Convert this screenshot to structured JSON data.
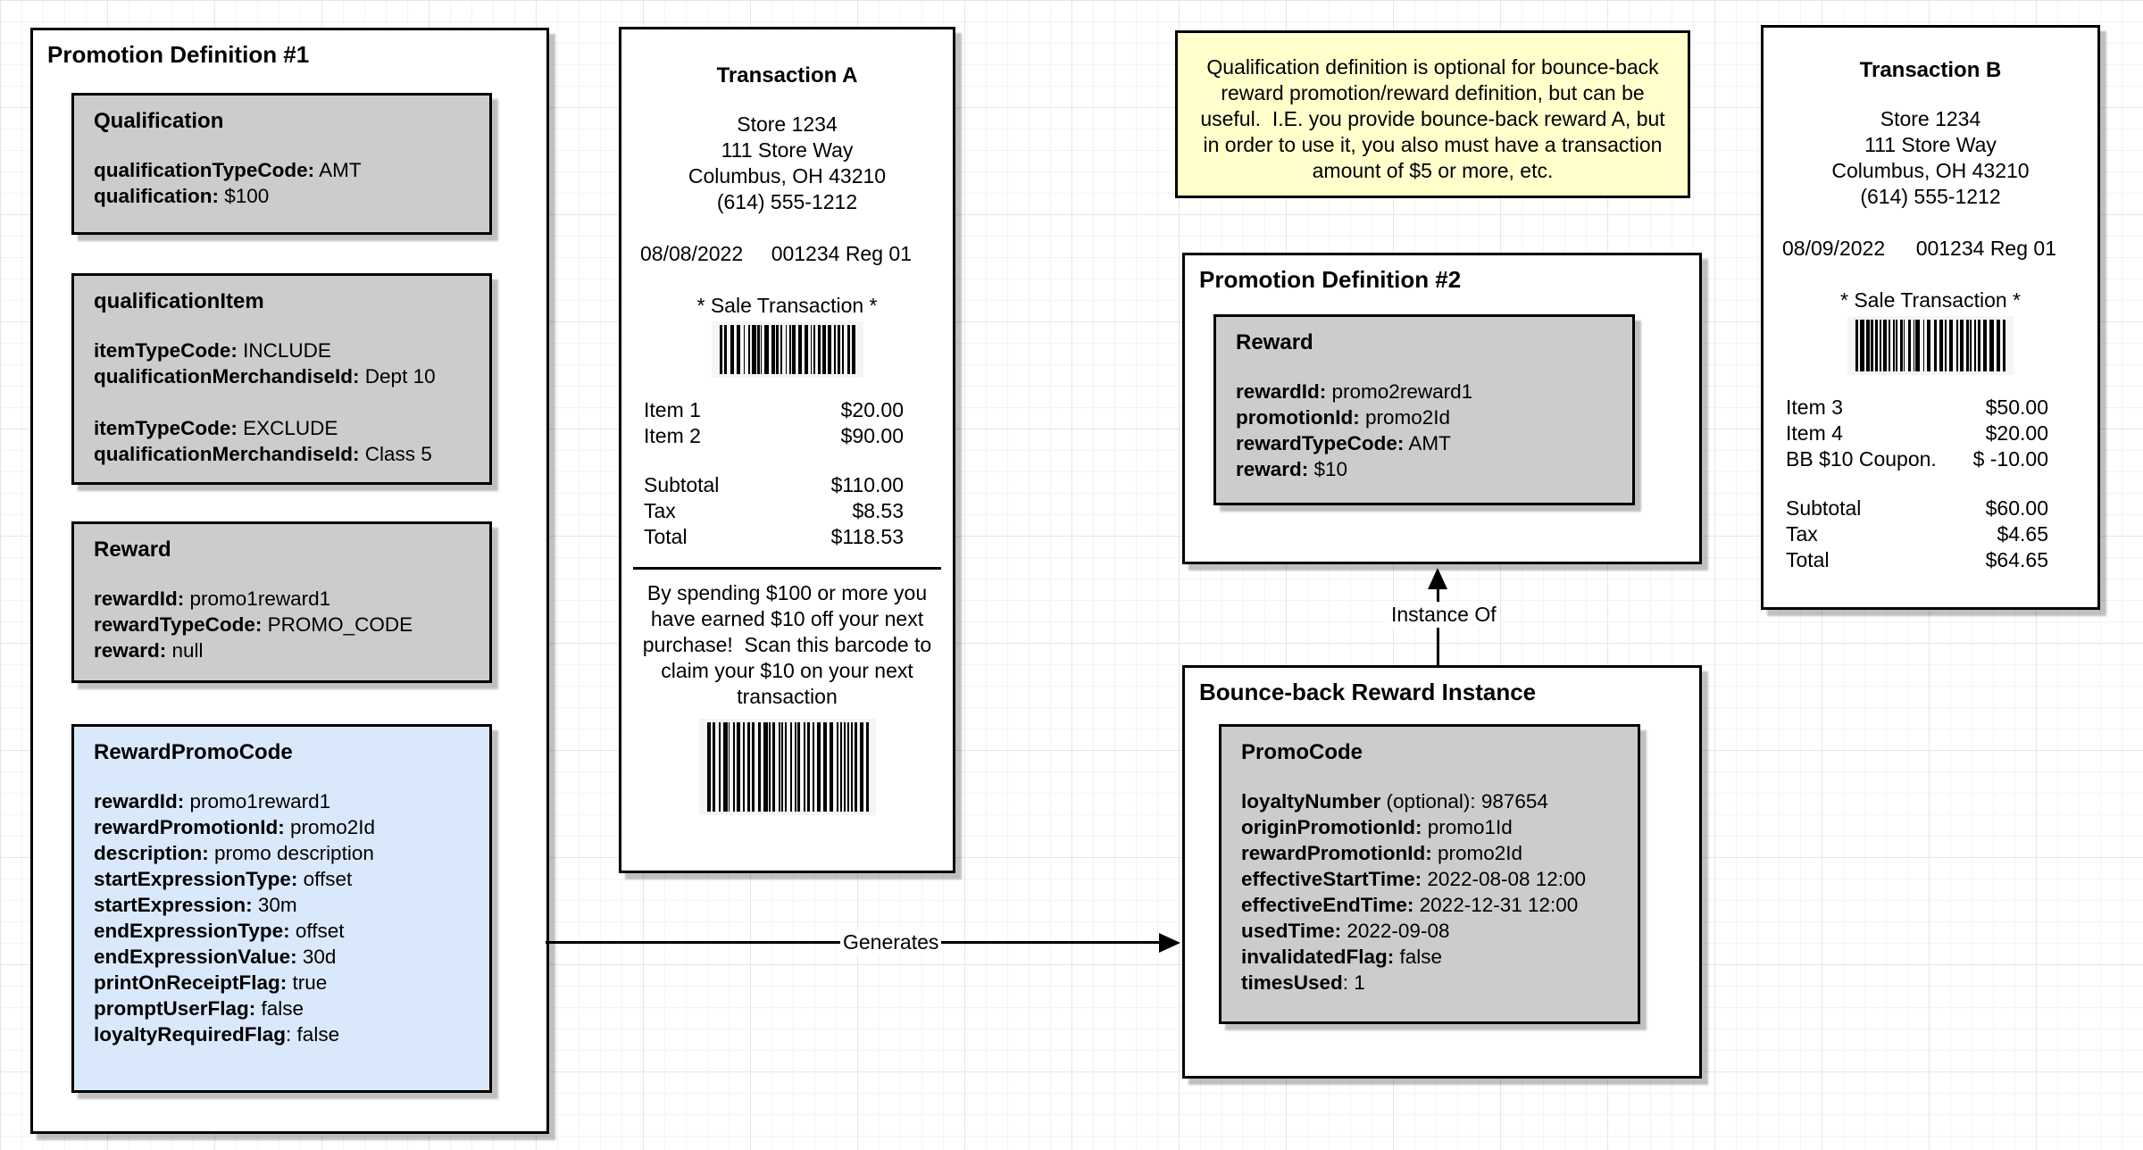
{
  "colors": {
    "gray_fill": "#cccccc",
    "blue_fill": "#dae8fc",
    "yellow_fill": "#ffffcc",
    "border": "#000000",
    "background": "#ffffff"
  },
  "note": {
    "lines": [
      "Qualification definition is optional for bounce-back",
      "reward promotion/reward definition, but can be",
      "useful.  I.E. you provide bounce-back reward A, but",
      "in order to use it, you also must have a transaction",
      "amount of $5 or more, etc."
    ]
  },
  "promo_def_1": {
    "title": "Promotion Definition #1",
    "qualification": {
      "title": "Qualification",
      "fields": [
        {
          "b": "qualificationTypeCode:",
          "r": " AMT"
        },
        {
          "b": "qualification:",
          "r": " $100"
        }
      ]
    },
    "qualification_item": {
      "title": "qualificationItem",
      "fields": [
        {
          "b": "itemTypeCode:",
          "r": " INCLUDE"
        },
        {
          "b": "qualificationMerchandiseId:",
          "r": " Dept 10"
        },
        {
          "spacer": true
        },
        {
          "b": "itemTypeCode:",
          "r": " EXCLUDE"
        },
        {
          "b": "qualificationMerchandiseId:",
          "r": " Class 5"
        }
      ]
    },
    "reward": {
      "title": "Reward",
      "fields": [
        {
          "b": "rewardId:",
          "r": " promo1reward1"
        },
        {
          "b": "rewardTypeCode:",
          "r": " PROMO_CODE"
        },
        {
          "b": "reward:",
          "r": " null"
        }
      ]
    },
    "reward_promo_code": {
      "title": "RewardPromoCode",
      "fields": [
        {
          "b": "rewardId:",
          "r": " promo1reward1"
        },
        {
          "b": "rewardPromotionId:",
          "r": " promo2Id"
        },
        {
          "b": "description:",
          "r": " promo description"
        },
        {
          "b": "startExpressionType:",
          "r": " offset"
        },
        {
          "b": "startExpression:",
          "r": " 30m"
        },
        {
          "b": "endExpressionType:",
          "r": " offset"
        },
        {
          "b": "endExpressionValue:",
          "r": " 30d"
        },
        {
          "b": "printOnReceiptFlag:",
          "r": " true"
        },
        {
          "b": "promptUserFlag:",
          "r": " false"
        },
        {
          "b": "loyaltyRequiredFlag",
          "r": ": false"
        }
      ]
    }
  },
  "transaction_a": {
    "title": "Transaction A",
    "address": [
      "Store 1234",
      "111 Store Way",
      "Columbus, OH 43210",
      "(614) 555-1212"
    ],
    "date": "08/08/2022",
    "register": "001234 Reg 01",
    "sale_header": "* Sale Transaction *",
    "items": [
      {
        "label": "Item 1",
        "amount": "$20.00"
      },
      {
        "label": "Item 2",
        "amount": "$90.00"
      }
    ],
    "totals": [
      {
        "label": "Subtotal",
        "amount": "$110.00"
      },
      {
        "label": "Tax",
        "amount": "$8.53"
      },
      {
        "label": "Total",
        "amount": "$118.53"
      }
    ],
    "promo_message": [
      "By spending $100 or more you",
      "have earned $10 off your next",
      "purchase!  Scan this barcode to",
      "claim your $10 on your next",
      "transaction"
    ]
  },
  "transaction_b": {
    "title": "Transaction B",
    "address": [
      "Store 1234",
      "111 Store Way",
      "Columbus, OH 43210",
      "(614) 555-1212"
    ],
    "date": "08/09/2022",
    "register": "001234 Reg 01",
    "sale_header": "* Sale Transaction *",
    "items": [
      {
        "label": "Item 3",
        "amount": "$50.00"
      },
      {
        "label": "Item 4",
        "amount": "$20.00"
      },
      {
        "label": "BB $10 Coupon.",
        "amount": "$ -10.00"
      }
    ],
    "totals": [
      {
        "label": "Subtotal",
        "amount": "$60.00"
      },
      {
        "label": "Tax",
        "amount": "$4.65"
      },
      {
        "label": "Total",
        "amount": "$64.65"
      }
    ]
  },
  "promo_def_2": {
    "title": "Promotion Definition #2",
    "reward": {
      "title": "Reward",
      "fields": [
        {
          "b": "rewardId:",
          "r": " promo2reward1"
        },
        {
          "b": "promotionId:",
          "r": " promo2Id"
        },
        {
          "b": "rewardTypeCode:",
          "r": " AMT"
        },
        {
          "b": "reward:",
          "r": " $10"
        }
      ]
    }
  },
  "bounce_back": {
    "title": "Bounce-back Reward Instance",
    "promo_code": {
      "title": "PromoCode",
      "fields": [
        {
          "b": "loyaltyNumber",
          "r": " (optional): 987654"
        },
        {
          "b": "originPromotionId:",
          "r": " promo1Id"
        },
        {
          "b": "rewardPromotionId:",
          "r": " promo2Id"
        },
        {
          "b": "effectiveStartTime:",
          "r": " 2022-08-08 12:00"
        },
        {
          "b": "effectiveEndTime:",
          "r": " 2022-12-31 12:00"
        },
        {
          "b": "usedTime:",
          "r": " 2022-09-08"
        },
        {
          "b": "invalidatedFlag:",
          "r": " false"
        },
        {
          "b": "timesUsed",
          "r": ": 1"
        }
      ]
    }
  },
  "arrows": {
    "generates": "Generates",
    "instance_of": "Instance Of"
  }
}
